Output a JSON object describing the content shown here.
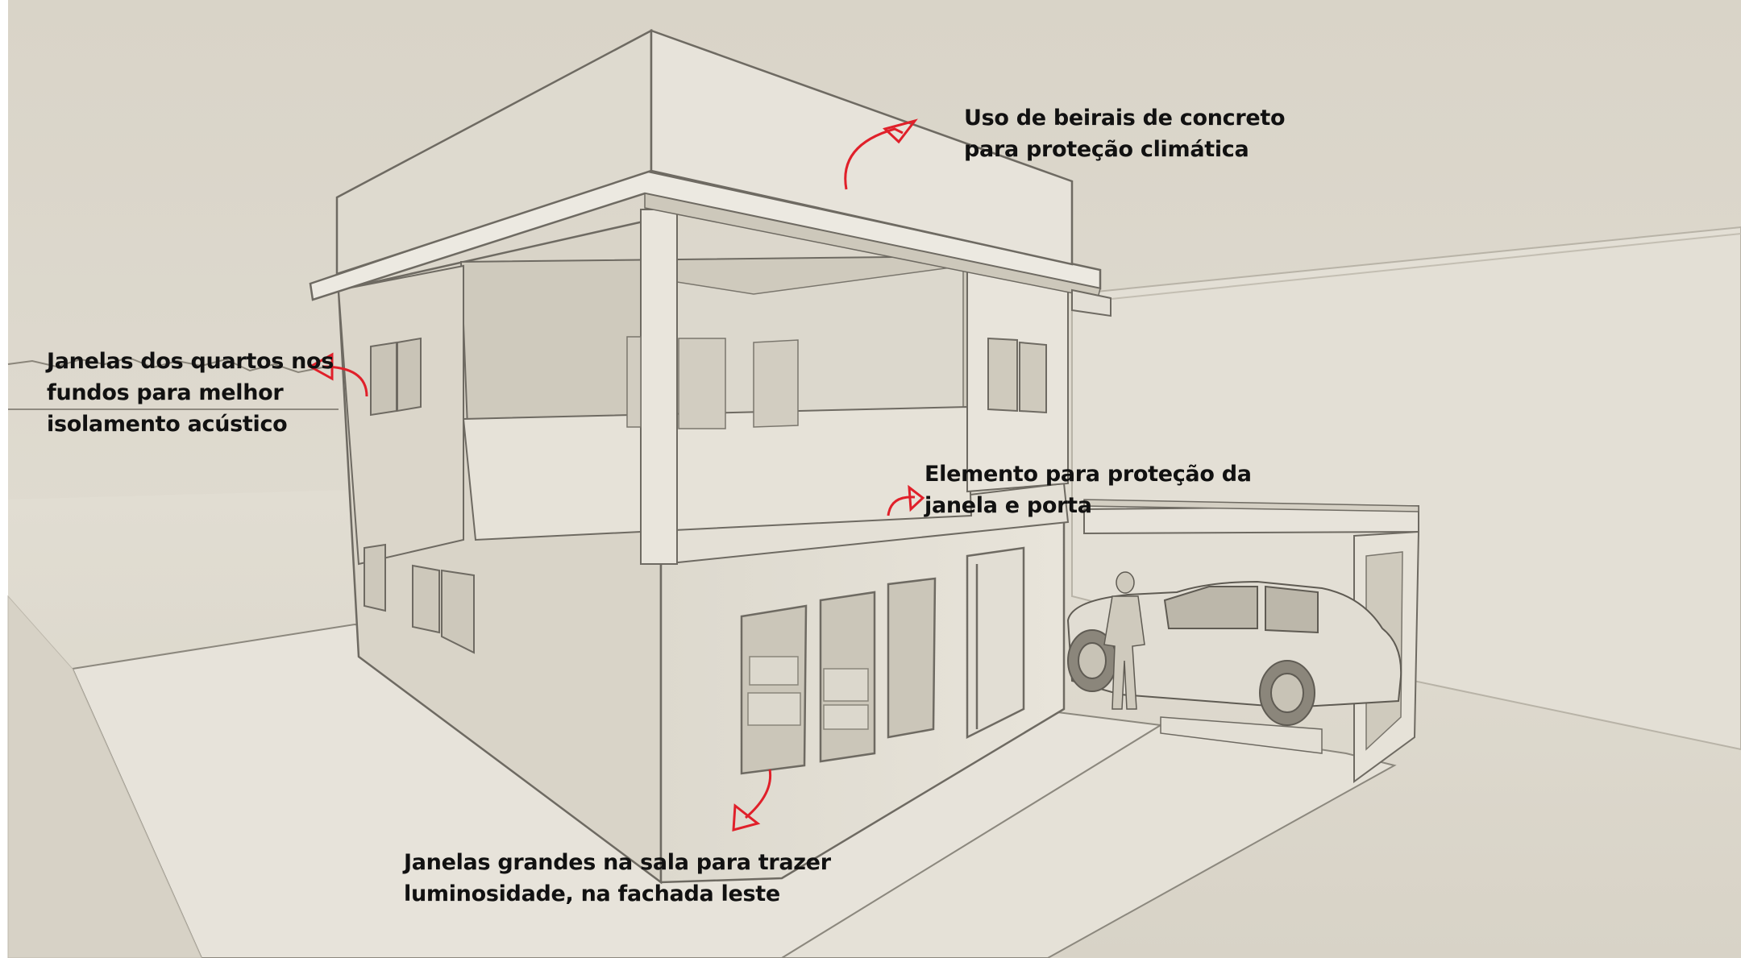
{
  "annotations": {
    "eaves": {
      "lines": [
        "Uso de beirais de concreto",
        "para proteção climática"
      ],
      "color": "#111111"
    },
    "bedroom_windows": {
      "lines": [
        "Janelas dos quartos nos",
        "fundos para melhor",
        "isolamento acústico"
      ],
      "color": "#111111"
    },
    "protection_element": {
      "lines": [
        "Elemento para proteção da",
        "janela e porta"
      ],
      "color": "#111111"
    },
    "living_windows": {
      "lines": [
        "Janelas grandes na sala para trazer",
        "luminosidade, na fachada leste"
      ],
      "color": "#111111"
    }
  },
  "colors": {
    "background": "#d6d1c4",
    "wall_light": "#e6e2d8",
    "wall_shade": "#d3cec2",
    "line": "#6e6a62",
    "arrow": "#e0202a"
  },
  "icons": [
    "red-arrow-icon",
    "person-figure-icon",
    "car-icon"
  ]
}
